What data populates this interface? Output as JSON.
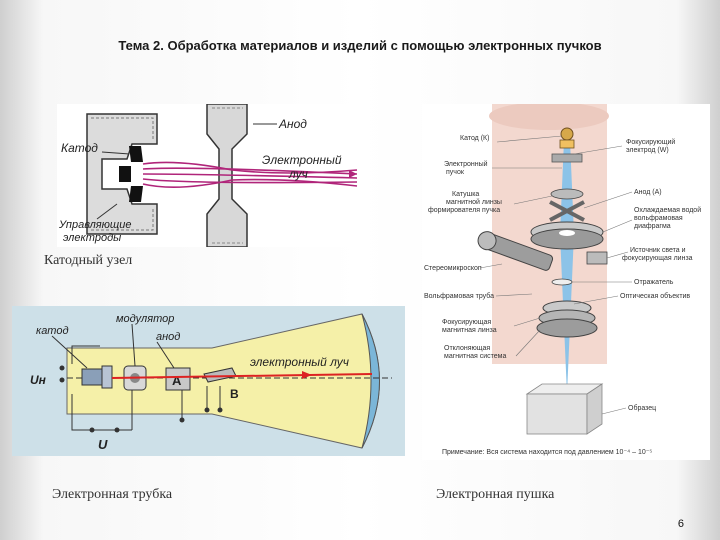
{
  "slide": {
    "title": "Тема 2. Обработка материалов и изделий с помощью электронных пучков",
    "page_number": "6"
  },
  "figure_cathode": {
    "caption": "Катодный узел",
    "labels": {
      "anode": "Анод",
      "cathode": "Катод",
      "beam_line1": "Электронный",
      "beam_line2": "луч",
      "electrodes_line1": "Управляющие",
      "electrodes_line2": "электроды"
    }
  },
  "figure_tube": {
    "caption": "Электронная трубка",
    "labels": {
      "cathode": "катод",
      "modulator": "модулятор",
      "anode": "анод",
      "beam": "электронный луч",
      "uh": "Uн",
      "a": "A",
      "b": "B",
      "u": "U"
    }
  },
  "figure_gun": {
    "caption": "Электронная пушка",
    "labels": {
      "cathode_k": "Катод (К)",
      "electron_beam_l1": "Электронный",
      "electron_beam_l2": "пучок",
      "coil_l1": "Катушка",
      "coil_l2": "магнитной линзы",
      "coil_l3": "формирователя пучка",
      "stereomicroscope": "Стереомикроскоп",
      "tungsten_tube": "Вольфрамовая труба",
      "focusing_lens_l1": "Фокусирующая",
      "focusing_lens_l2": "магнитная линза",
      "deflect_l1": "Отклоняющая",
      "deflect_l2": "магнитная система",
      "focusing_electrode_l1": "Фокусирующий",
      "focusing_electrode_l2": "электрод (W)",
      "anode_a": "Анод (А)",
      "diaphragm_l1": "Охлаждаемая водой",
      "diaphragm_l2": "вольфрамовая",
      "diaphragm_l3": "диафрагма",
      "light_l1": "Источник света и",
      "light_l2": "фокусирующая линза",
      "mirror": "Отражатель",
      "optical_lens": "Оптическая объектив",
      "sample": "Образец",
      "note": "Примечание: Вся система находится под давлением 10⁻⁴ – 10⁻⁵"
    }
  }
}
